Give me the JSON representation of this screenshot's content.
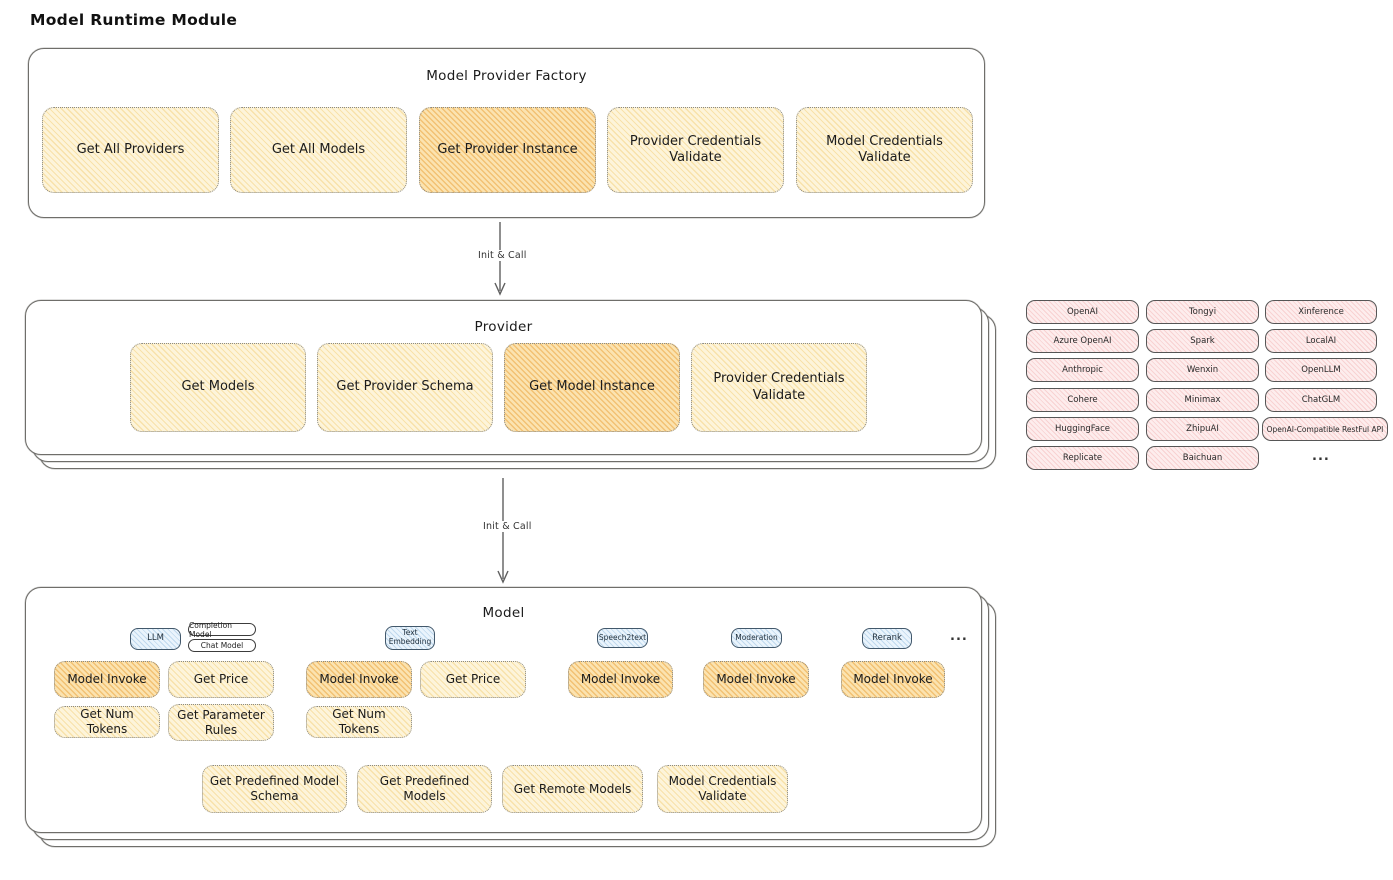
{
  "diagram": {
    "title": "Model Runtime Module",
    "connections": [
      {
        "label": "Init & Call"
      },
      {
        "label": "Init & Call"
      }
    ],
    "factory": {
      "title": "Model Provider Factory",
      "buttons": [
        {
          "label": "Get All Providers",
          "highlight": false
        },
        {
          "label": "Get All Models",
          "highlight": false
        },
        {
          "label": "Get Provider Instance",
          "highlight": true
        },
        {
          "label": "Provider Credentials Validate",
          "highlight": false
        },
        {
          "label": "Model Credentials Validate",
          "highlight": false
        }
      ]
    },
    "provider": {
      "title": "Provider",
      "buttons": [
        {
          "label": "Get Models",
          "highlight": false
        },
        {
          "label": "Get Provider Schema",
          "highlight": false
        },
        {
          "label": "Get Model Instance",
          "highlight": true
        },
        {
          "label": "Provider Credentials Validate",
          "highlight": false
        }
      ]
    },
    "model": {
      "title": "Model",
      "groups": [
        {
          "type": "LLM",
          "subtypes": [
            "Completion Model",
            "Chat Model"
          ],
          "buttons": [
            {
              "label": "Model Invoke",
              "highlight": true
            },
            {
              "label": "Get Price",
              "highlight": false
            },
            {
              "label": "Get Num Tokens",
              "highlight": false
            },
            {
              "label": "Get Parameter Rules",
              "highlight": false
            }
          ]
        },
        {
          "type": "Text Embedding",
          "buttons": [
            {
              "label": "Model Invoke",
              "highlight": true
            },
            {
              "label": "Get Price",
              "highlight": false
            },
            {
              "label": "Get Num Tokens",
              "highlight": false
            }
          ]
        },
        {
          "type": "Speech2text",
          "buttons": [
            {
              "label": "Model Invoke",
              "highlight": true
            }
          ]
        },
        {
          "type": "Moderation",
          "buttons": [
            {
              "label": "Model Invoke",
              "highlight": true
            }
          ]
        },
        {
          "type": "Rerank",
          "buttons": [
            {
              "label": "Model Invoke",
              "highlight": true
            }
          ]
        }
      ],
      "more_label": "...",
      "shared_buttons": [
        {
          "label": "Get Predefined Model Schema"
        },
        {
          "label": "Get Predefined Models"
        },
        {
          "label": "Get Remote Models"
        },
        {
          "label": "Model Credentials Validate"
        }
      ]
    },
    "providers_grid": {
      "columns": [
        [
          "OpenAI",
          "Azure OpenAI",
          "Anthropic",
          "Cohere",
          "HuggingFace",
          "Replicate"
        ],
        [
          "Tongyi",
          "Spark",
          "Wenxin",
          "Minimax",
          "ZhipuAI",
          "Baichuan"
        ],
        [
          "Xinference",
          "LocalAI",
          "OpenLLM",
          "ChatGLM",
          "OpenAI-Compatible RestFul API"
        ]
      ],
      "more_label": "..."
    },
    "colors": {
      "action_fill": "#fdf4da",
      "action_hatch": "#f3ce7a",
      "highlight_fill": "#fbe3b0",
      "highlight_hatch": "#eca642",
      "model_type_fill": "#eaf4fc",
      "provider_chip_fill": "#fdeded",
      "box_border": "#6f6e6a"
    }
  }
}
